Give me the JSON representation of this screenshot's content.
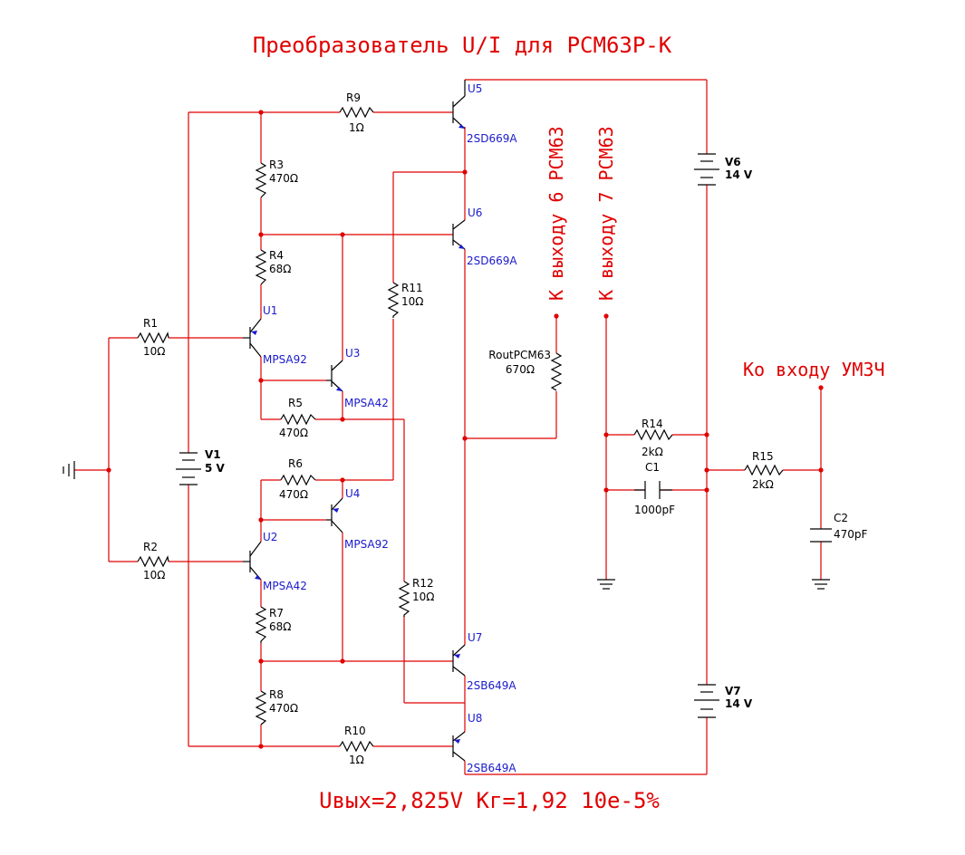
{
  "title": "Преобразователь U/I для PCM63P-K",
  "footer": "Uвых=2,825V Кг=1,92 10e-5%",
  "note_out6": "К выходу 6 PCM63",
  "note_out7": "К выходу 7 PCM63",
  "note_amp": "Ко входу УМЗЧ",
  "labels": {
    "R1": "R1",
    "R1v": "10Ω",
    "R2": "R2",
    "R2v": "10Ω",
    "R3": "R3",
    "R3v": "470Ω",
    "R4": "R4",
    "R4v": "68Ω",
    "R5": "R5",
    "R5v": "470Ω",
    "R6": "R6",
    "R6v": "470Ω",
    "R7": "R7",
    "R7v": "68Ω",
    "R8": "R8",
    "R8v": "470Ω",
    "R9": "R9",
    "R9v": "1Ω",
    "R10": "R10",
    "R10v": "1Ω",
    "R11": "R11",
    "R11v": "10Ω",
    "R12": "R12",
    "R12v": "10Ω",
    "R14": "R14",
    "R14v": "2kΩ",
    "R15": "R15",
    "R15v": "2kΩ",
    "Rout": "RoutPCM63",
    "Routv": "670Ω",
    "C1": "C1",
    "C1v": "1000pF",
    "C2": "C2",
    "C2v": "470pF",
    "V1": "V1",
    "V1v": "5 V",
    "V6": "V6",
    "V6v": "14 V",
    "V7": "V7",
    "V7v": "14 V",
    "U1": "U1",
    "U1t": "MPSA92",
    "U2": "U2",
    "U2t": "MPSA42",
    "U3": "U3",
    "U3t": "MPSA42",
    "U4": "U4",
    "U4t": "MPSA92",
    "U5": "U5",
    "U5t": "2SD669A",
    "U6": "U6",
    "U6t": "2SD669A",
    "U7": "U7",
    "U7t": "2SB649A",
    "U8": "U8",
    "U8t": "2SB649A"
  },
  "colors": {
    "wire": "#e00000",
    "part_name": "#1a1acc",
    "component": "#000000"
  }
}
